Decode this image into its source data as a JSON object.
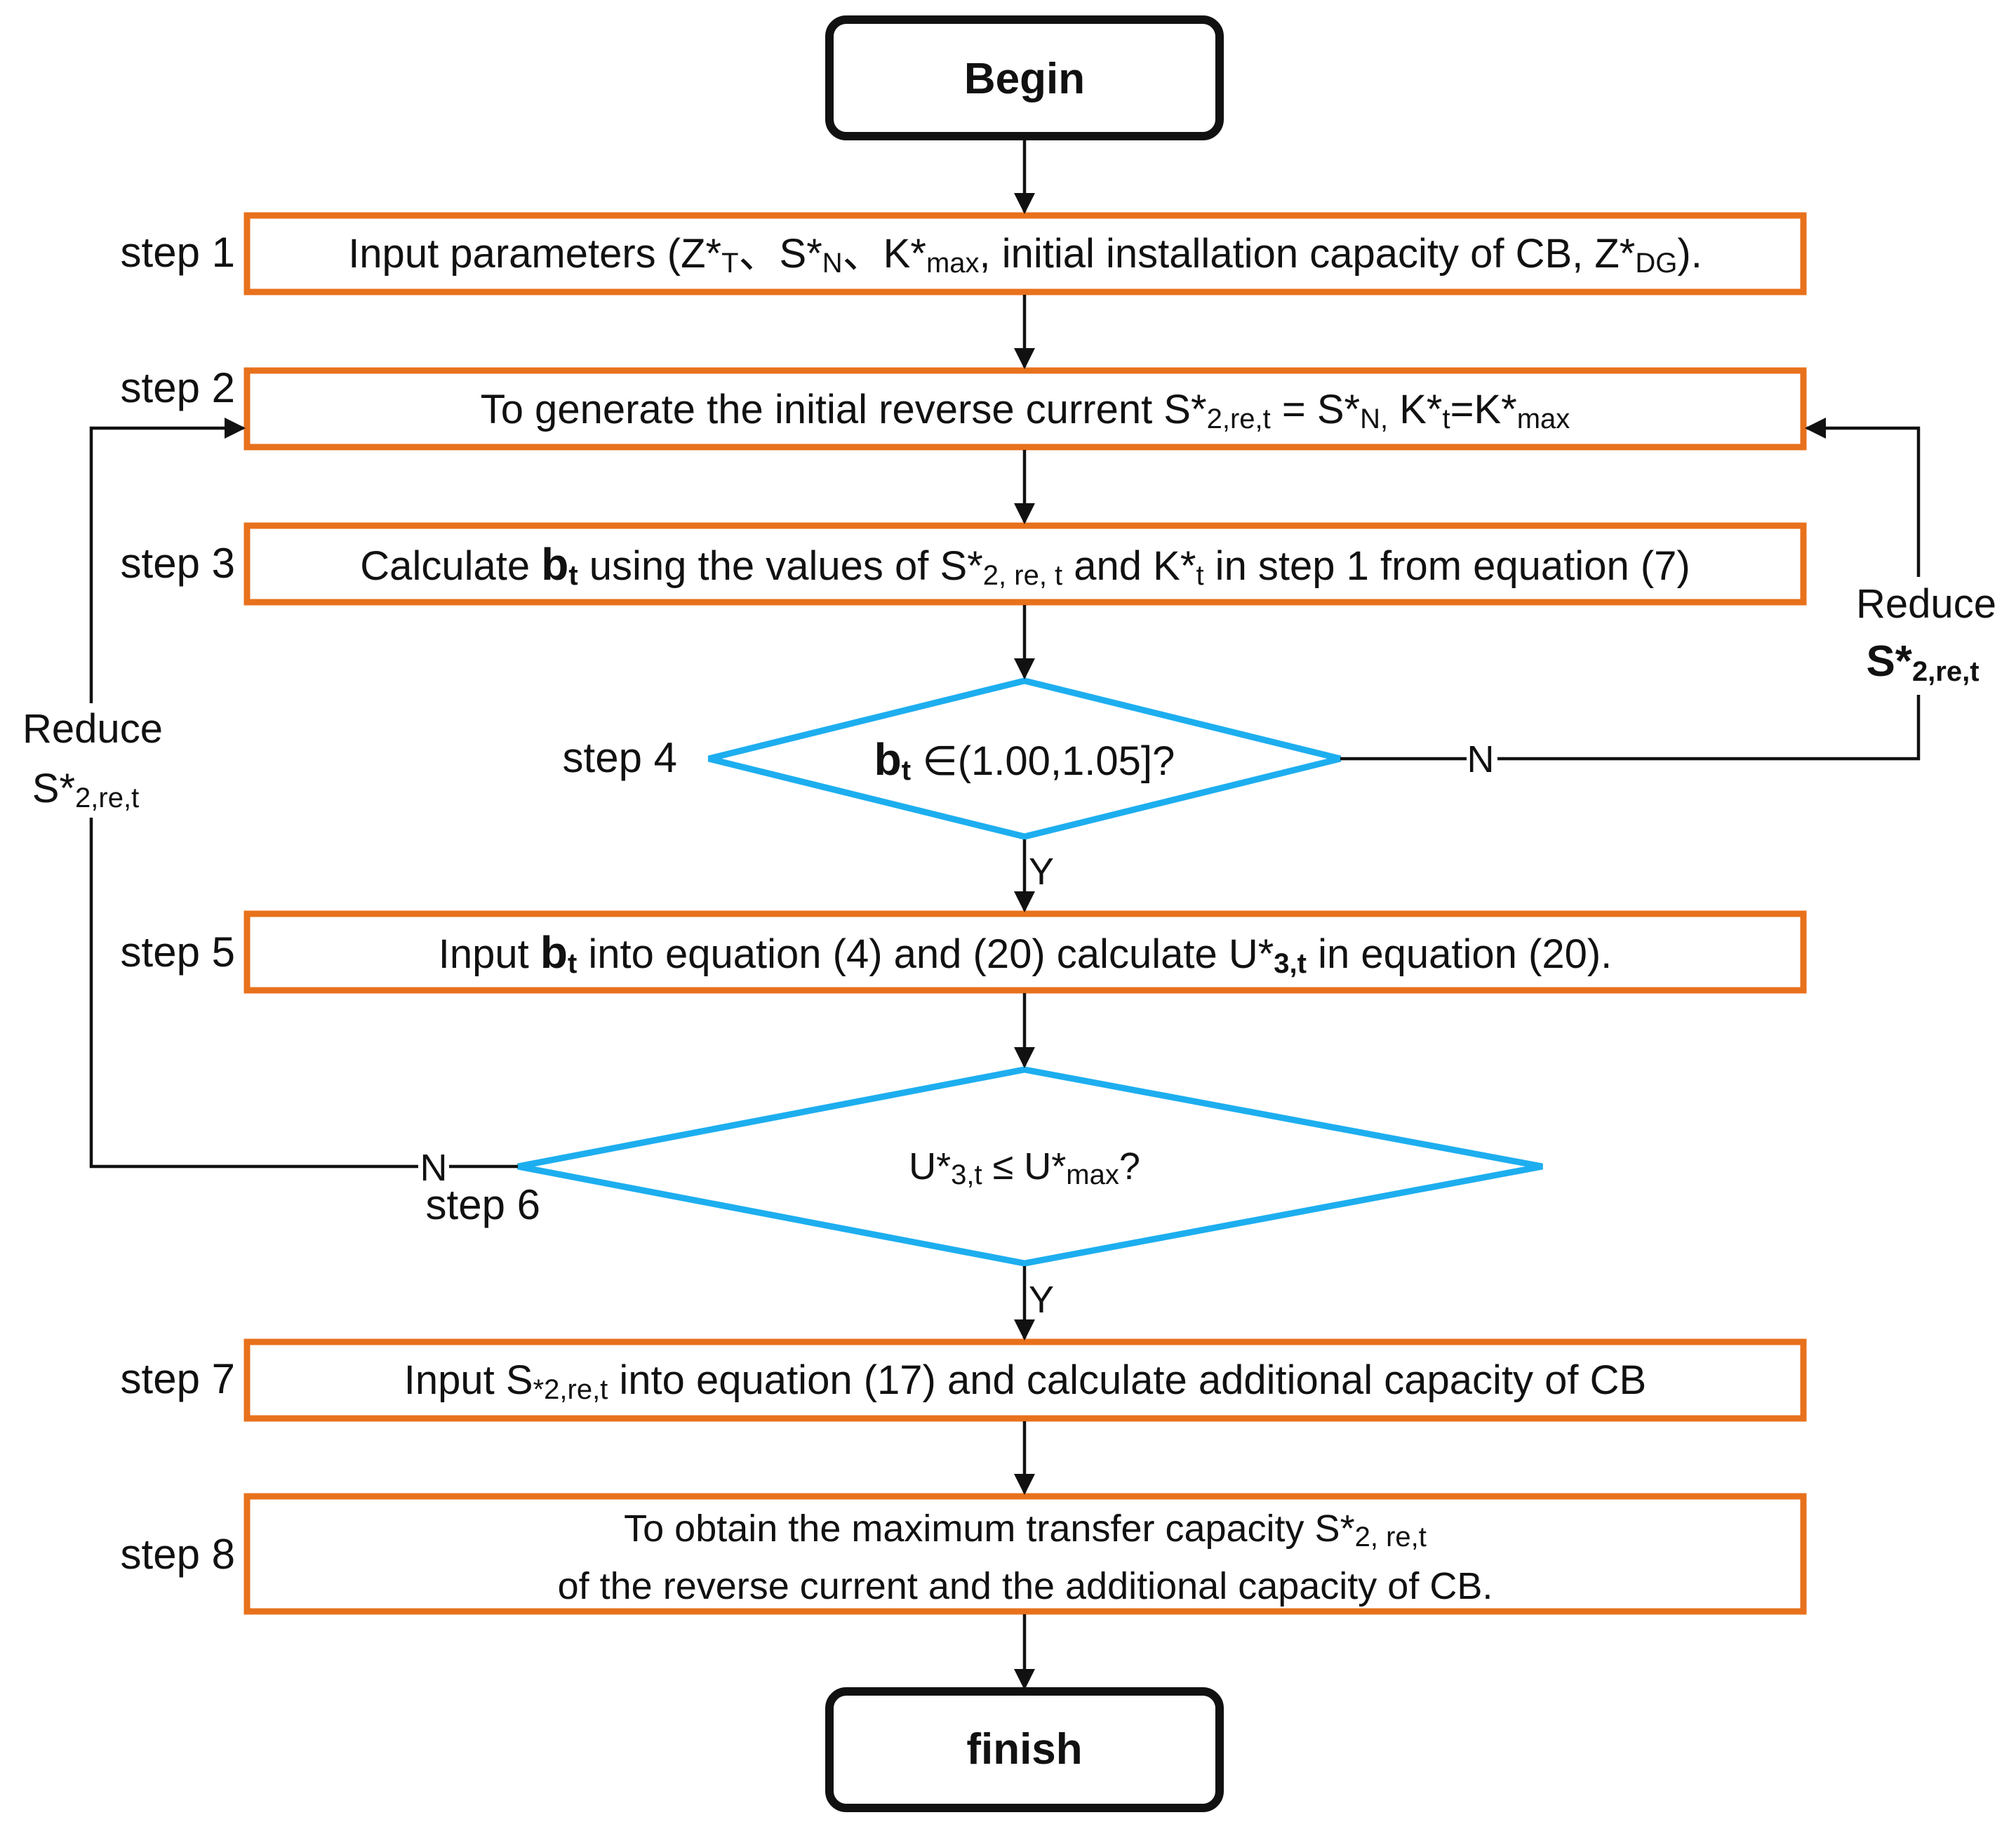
{
  "colors": {
    "process_border": "#E8711C",
    "decision_border": "#1DAEEF",
    "terminal_border": "#111111",
    "line": "#111111"
  },
  "terminals": {
    "begin": "Begin",
    "finish": "finish"
  },
  "step_labels": {
    "s1": "step 1",
    "s2": "step 2",
    "s3": "step 3",
    "s4": "step 4",
    "s5": "step 5",
    "s6": "step 6",
    "s7": "step 7",
    "s8": "step 8"
  },
  "step1": {
    "t1": "Input  parameters (Z*",
    "s1": "T",
    "t2": "、S*",
    "s2": "N",
    "t3": "、K*",
    "s3": "max",
    "t4": ", initial installation capacity of CB, Z*",
    "s4": "DG",
    "t5": ")."
  },
  "step2": {
    "t1": "To generate the initial reverse current S*",
    "s1": "2,re,t",
    "t2": " = S*",
    "s2": "N,",
    "t3": "  K*",
    "s3": "t",
    "t4": "=K*",
    "s4": "max"
  },
  "step3": {
    "t1": "Calculate ",
    "b1": "b",
    "bs1": "t",
    "t2": " using the values of S*",
    "s1": "2, re, t",
    "t3": " and K*",
    "s2": "t",
    "t4": " in step 1 from equation (7)"
  },
  "step4": {
    "b1": "b",
    "bs1": "t",
    "t1": " ∈(1.00,1.05]?"
  },
  "step5": {
    "t1": "Input ",
    "b1": "b",
    "bs1": "t",
    "t2": "  into equation (4) and (20) calculate U*",
    "s1": "3,t",
    "t3": " in equation (20)."
  },
  "step6": {
    "t1": "U*",
    "s1": "3,t",
    "t2": "  ≤ U*",
    "s2": "max",
    "t3": "?"
  },
  "step7": {
    "t1": "Input S",
    "s1": "*2,re,t",
    "t2": " into equation (17) and calculate additional capacity of CB"
  },
  "step8": {
    "line1": "To obtain the maximum transfer capacity S*",
    "s1": "2, re,t",
    "line2": "of the reverse current and the additional capacity of CB."
  },
  "branch_labels": {
    "yes": "Y",
    "no": "N"
  },
  "left_loop": {
    "line1": "Reduce",
    "t1": "S*",
    "s1": "2,re,t"
  },
  "right_loop": {
    "line1": "Reduce",
    "t1": "S*",
    "s1": "2,re,t"
  }
}
